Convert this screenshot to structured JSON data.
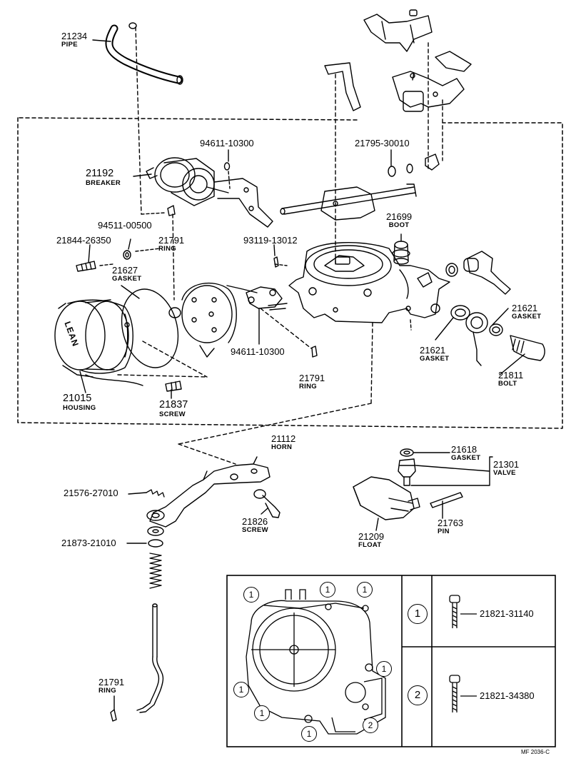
{
  "diagram_code": "MF 2036-C",
  "parts": {
    "pipe": {
      "number": "21234",
      "name": "PIPE"
    },
    "breaker": {
      "number": "21192",
      "name": "BREAKER"
    },
    "clip_94611_a": {
      "number": "94611-10300"
    },
    "lever_21795": {
      "number": "21795-30010"
    },
    "boot": {
      "number": "21699",
      "name": "BOOT"
    },
    "washer_94511": {
      "number": "94511-00500"
    },
    "screw_21844": {
      "number": "21844-26350"
    },
    "ring_a": {
      "number": "21791",
      "name": "RING"
    },
    "screw_93119": {
      "number": "93119-13012"
    },
    "gasket_21627": {
      "number": "21627",
      "name": "GASKET"
    },
    "gasket_21621_a": {
      "number": "21621",
      "name": "GASKET"
    },
    "gasket_21621_b": {
      "number": "21621",
      "name": "GASKET"
    },
    "clip_94611_b": {
      "number": "94611-10300"
    },
    "bolt": {
      "number": "21811",
      "name": "BOLT"
    },
    "ring_b": {
      "number": "21791",
      "name": "RING"
    },
    "housing": {
      "number": "21015",
      "name": "HOUSING"
    },
    "screw_21837": {
      "number": "21837",
      "name": "SCREW"
    },
    "horn": {
      "number": "21112",
      "name": "HORN"
    },
    "gasket_21618": {
      "number": "21618",
      "name": "GASKET"
    },
    "valve": {
      "number": "21301",
      "name": "VALVE"
    },
    "spring_21576": {
      "number": "21576-27010"
    },
    "screw_21826": {
      "number": "21826",
      "name": "SCREW"
    },
    "pin": {
      "number": "21763",
      "name": "PIN"
    },
    "float": {
      "number": "21209",
      "name": "FLOAT"
    },
    "spring_21873": {
      "number": "21873-21010"
    },
    "ring_c": {
      "number": "21791",
      "name": "RING"
    }
  },
  "housing_lettering": "LEAN",
  "legend": {
    "rows": [
      {
        "key": "1",
        "part_number": "21821-31140"
      },
      {
        "key": "2",
        "part_number": "21821-34380"
      }
    ]
  }
}
